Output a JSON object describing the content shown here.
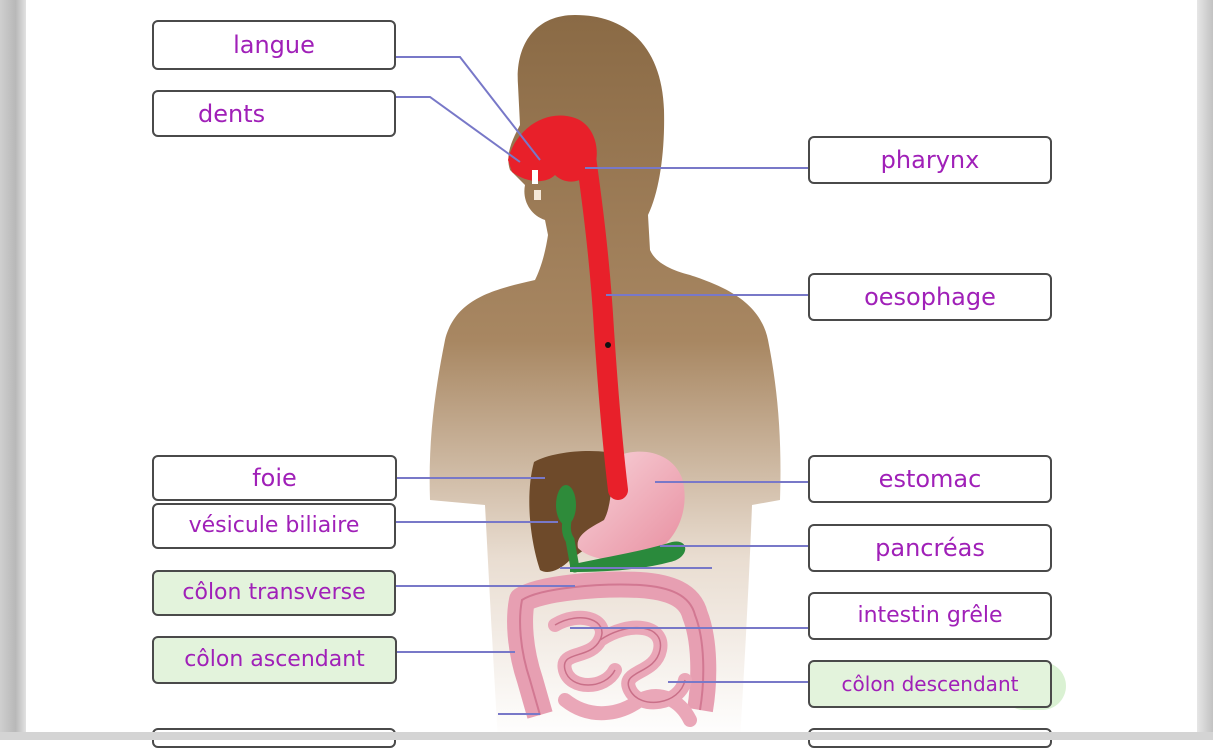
{
  "labels": {
    "langue": "langue",
    "dents": "dents",
    "pharynx": "pharynx",
    "oesophage": "oesophage",
    "foie": "foie",
    "vesicule_biliaire": "vésicule biliaire",
    "estomac": "estomac",
    "pancreas": "pancréas",
    "colon_transverse": "côlon transverse",
    "intestin_grele": "intestin grêle",
    "colon_ascendant": "côlon ascendant",
    "colon_descendant": "côlon descendant"
  },
  "colors": {
    "handwriting": "#a020b8",
    "highlight": "#e3f3dc",
    "leader_line": "#7878c8",
    "body": "#8b6a47",
    "digestive_tract": "#e8202a",
    "liver": "#6e4a2a",
    "gallbladder": "#2e8b3a",
    "stomach": "#f2b6c0",
    "intestine": "#e79fb2"
  }
}
